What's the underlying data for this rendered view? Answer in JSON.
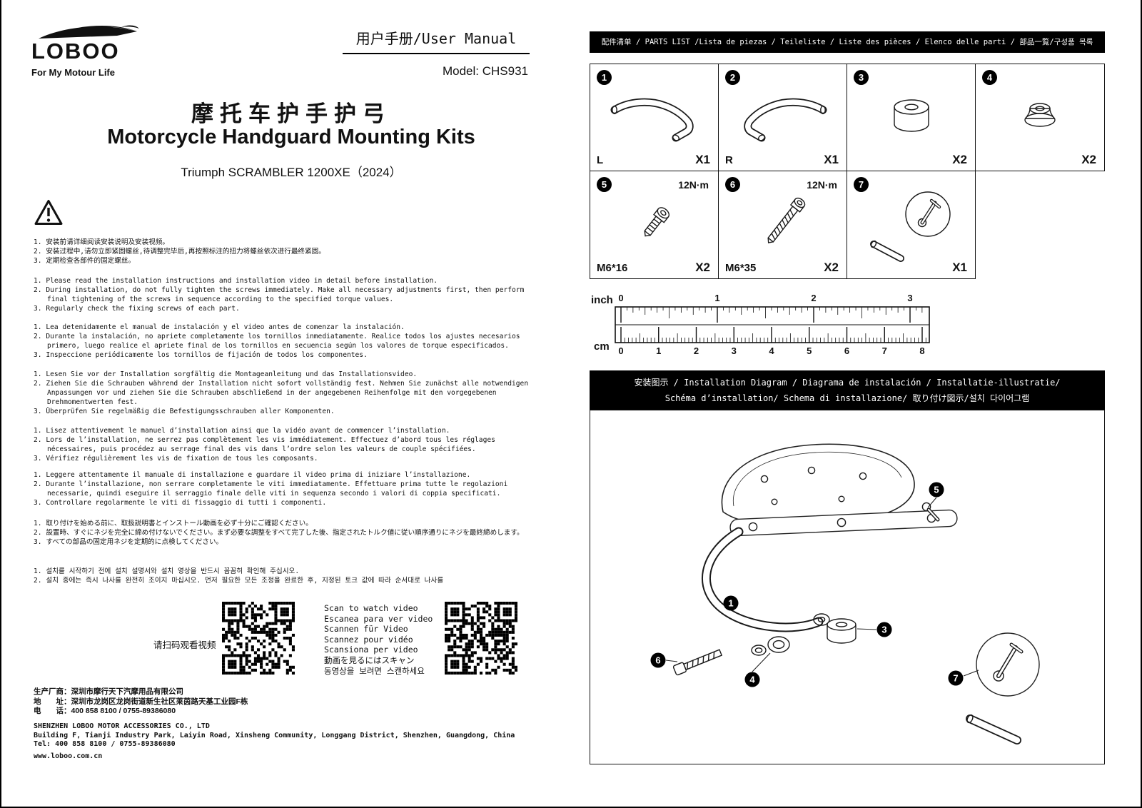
{
  "brand": {
    "name": "LOBOO",
    "tagline": "For My Motour Life"
  },
  "header": {
    "doc_title": "用户手册/User Manual",
    "model": "Model: CHS931"
  },
  "product": {
    "title_zh": "摩托车护手护弓",
    "title_en": "Motorcycle Handguard Mounting Kits",
    "subtitle": "Triumph SCRAMBLER 1200XE（2024）"
  },
  "warnings": {
    "zh": [
      "1. 安装前请详细阅读安装说明及安装视频。",
      "2. 安装过程中,请勿立即紧固螺丝,待调整完毕后,再按照标注的扭力将螺丝依次进行最终紧固。",
      "3. 定期检查各部件的固定螺丝。"
    ],
    "en": [
      "1. Please read the installation instructions and installation video in detail before installation.",
      "2. During installation, do not fully tighten the screws immediately. Make all necessary adjustments first, then perform final tightening of the screws in sequence according to the specified torque values.",
      "3. Regularly check the fixing screws of each part."
    ],
    "es": [
      "1. Lea detenidamente el manual de instalación y el video antes de comenzar la instalación.",
      "2. Durante la instalación, no apriete completamente los tornillos inmediatamente. Realice todos los ajustes necesarios primero, luego realice el apriete final de los tornillos en secuencia según los valores de torque especificados.",
      "3. Inspeccione periódicamente los tornillos de fijación de todos los componentes."
    ],
    "de": [
      "1. Lesen Sie vor der Installation sorgfältig die Montageanleitung und das Installationsvideo.",
      "2. Ziehen Sie die Schrauben während der Installation nicht sofort vollständig fest. Nehmen Sie zunächst alle notwendigen Anpassungen vor und ziehen Sie die Schrauben abschließend in der angegebenen Reihenfolge mit den vorgegebenen Drehmomentwerten fest.",
      "3. Überprüfen Sie regelmäßig die Befestigungsschrauben aller Komponenten."
    ],
    "fr": [
      "1. Lisez attentivement le manuel d’installation ainsi que la vidéo avant de commencer l’installation.",
      "2. Lors de l’installation, ne serrez pas complètement les vis immédiatement. Effectuez d’abord tous les réglages nécessaires, puis procédez au serrage final des vis dans l’ordre selon les valeurs de couple spécifiées.",
      "3. Vérifiez régulièrement les vis de fixation de tous les composants."
    ],
    "it": [
      "1. Leggere attentamente il manuale di installazione e guardare il video prima di iniziare l’installazione.",
      "2. Durante l’installazione, non serrare completamente le viti immediatamente. Effettuare prima tutte le regolazioni necessarie, quindi eseguire il serraggio finale delle viti in sequenza secondo i valori di coppia specificati.",
      "3. Controllare regolarmente le viti di fissaggio di tutti i componenti."
    ],
    "ja": [
      "1. 取り付けを始める前に、取扱説明書とインストール動画を必ず十分にご確認ください。",
      "2. 設置時、すぐにネジを完全に締め付けないでください。まず必要な調整をすべて完了した後、指定されたトルク値に従い順序通りにネジを最終締めします。",
      "3. すべての部品の固定用ネジを定期的に点検してください。"
    ],
    "ko": [
      "1. 설치를 시작하기 전에 설치 설명서와 설치 영상을 반드시 꼼꼼히 확인해 주십시오.",
      "2. 설치 중에는 즉시 나사를 완전히 조이지 마십시오. 먼저 필요한 모든 조정을 완료한 후, 지정된 토크 값에 따라 순서대로 나사를"
    ]
  },
  "video": {
    "label_zh": "请扫码观看视频",
    "scan_labels": [
      "Scan to watch video",
      "Escanea para ver video",
      "Scannen für Video",
      "Scannez pour vidéo",
      "Scansiona per video",
      "動画を見るにはスキャン",
      "동영상을 보려면 스캔하세요"
    ]
  },
  "manufacturer": {
    "zh_lines": [
      "生产厂商：深圳市摩行天下汽摩用品有限公司",
      "地　　址：深圳市龙岗区龙岗街道新生社区莱茵路天基工业园F栋",
      "电　　话：400 858 8100 / 0755-89386080"
    ],
    "en_lines": [
      "SHENZHEN LOBOO MOTOR ACCESSORIES CO., LTD",
      "Building F, Tianji Industry Park, Laiyin Road, Xinsheng Community, Longgang District, Shenzhen, Guangdong, China",
      "Tel: 400 858 8100 / 0755-89386080"
    ],
    "website": "www.loboo.com.cn"
  },
  "parts_list": {
    "header": "配件清单 / PARTS LIST /Lista de piezas / Teileliste / Liste des pièces / Elenco delle parti / 部品一覧/구성품 목록",
    "parts": [
      {
        "num": "1",
        "icon": "left-lever-illustration",
        "label": "L",
        "qty": "X1"
      },
      {
        "num": "2",
        "icon": "right-lever-illustration",
        "label": "R",
        "qty": "X1"
      },
      {
        "num": "3",
        "icon": "spacer-illustration",
        "label": "",
        "qty": "X2"
      },
      {
        "num": "4",
        "icon": "grommet-illustration",
        "label": "",
        "qty": "X2"
      },
      {
        "num": "5",
        "icon": "screw-illustration",
        "torque": "12N·m",
        "label": "M6*16",
        "qty": "X2"
      },
      {
        "num": "6",
        "icon": "bolt-illustration",
        "torque": "12N·m",
        "label": "M6*35",
        "qty": "X2"
      },
      {
        "num": "7",
        "icon": "pin-tool-illustration",
        "label": "",
        "qty": "X1"
      }
    ]
  },
  "ruler": {
    "inch_label": "inch",
    "cm_label": "cm",
    "inch_numbers": [
      "0",
      "1",
      "2",
      "3"
    ],
    "cm_numbers": [
      "0",
      "1",
      "2",
      "3",
      "4",
      "5",
      "6",
      "7",
      "8"
    ]
  },
  "installation": {
    "header_line1": "安装图示 / Installation Diagram / Diagrama de instalación / Installatie-illustratie/",
    "header_line2": "Schéma d’installation/ Schema di installazione/ 取り付け図示/설치 다이어그램",
    "callouts": [
      "1",
      "3",
      "4",
      "5",
      "6",
      "7"
    ]
  }
}
